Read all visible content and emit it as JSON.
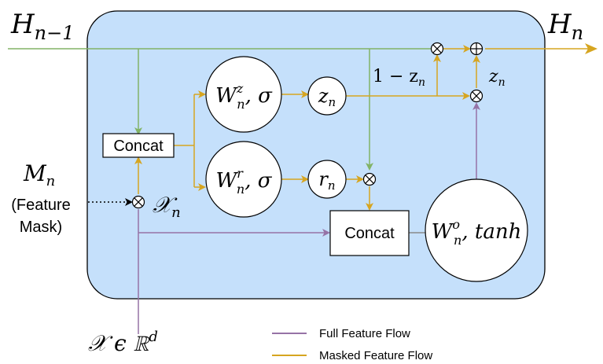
{
  "colors": {
    "container_fill": "#c5e0fb",
    "container_stroke": "#000000",
    "hidden_flow": "#82b366",
    "full_feature_flow": "#9673a6",
    "masked_feature_flow": "#d6a520",
    "node_fill": "#ffffff"
  },
  "labels": {
    "h_prev": {
      "main": "H",
      "sub": "n−1"
    },
    "h_next": {
      "main": "H",
      "sub": "n"
    },
    "mask": {
      "main": "M",
      "sub": "n",
      "line1": "(Feature",
      "line2": "Mask)"
    },
    "x_masked": {
      "main": "𝒳",
      "sub": "n"
    },
    "x_input": {
      "text": "𝒳 ϵ ℝ",
      "sup": "d"
    },
    "one_minus_z": {
      "text": "1 − z",
      "sub": "n"
    },
    "z_right": {
      "main": "z",
      "sub": "n"
    }
  },
  "nodes": {
    "concat_left": "Concat",
    "concat_bottom": "Concat",
    "w_z": {
      "main": "W",
      "sup": "z",
      "sub": "n",
      "fn": ", σ"
    },
    "w_r": {
      "main": "W",
      "sup": "r",
      "sub": "n",
      "fn": ", σ"
    },
    "z_node": {
      "main": "z",
      "sub": "n"
    },
    "r_node": {
      "main": "r",
      "sub": "n"
    },
    "w_o": {
      "main": "W",
      "sup": "o",
      "sub": "n",
      "fn": ", tanh"
    }
  },
  "operators": {
    "multiply": "⊗",
    "add": "⊕"
  },
  "legend": {
    "full": "Full Feature Flow",
    "masked": "Masked Feature Flow"
  }
}
